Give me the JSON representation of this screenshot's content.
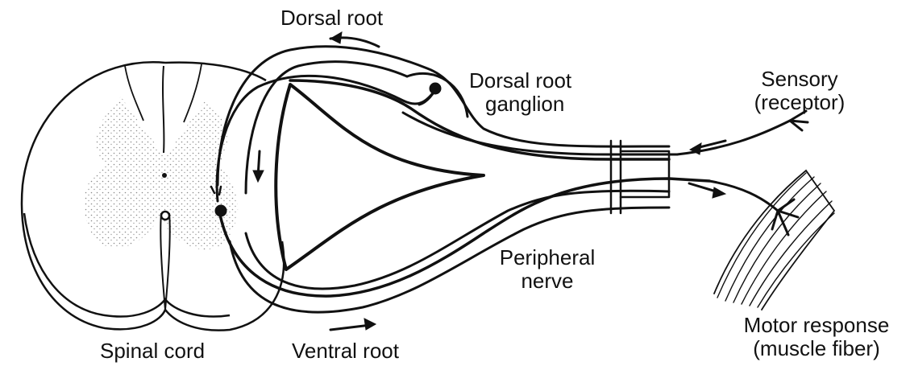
{
  "labels": {
    "dorsal_root": "Dorsal root",
    "dorsal_root_ganglion_line1": "Dorsal root",
    "dorsal_root_ganglion_line2": "ganglion",
    "sensory_line1": "Sensory",
    "sensory_line2": "(receptor)",
    "peripheral_nerve_line1": "Peripheral",
    "peripheral_nerve_line2": "nerve",
    "motor_response_line1": "Motor response",
    "motor_response_line2": "(muscle fiber)",
    "spinal_cord": "Spinal cord",
    "ventral_root": "Ventral root"
  },
  "colors": {
    "ink": "#111111",
    "background": "#ffffff",
    "gray_matter_stipple": "#9a9a9a"
  }
}
